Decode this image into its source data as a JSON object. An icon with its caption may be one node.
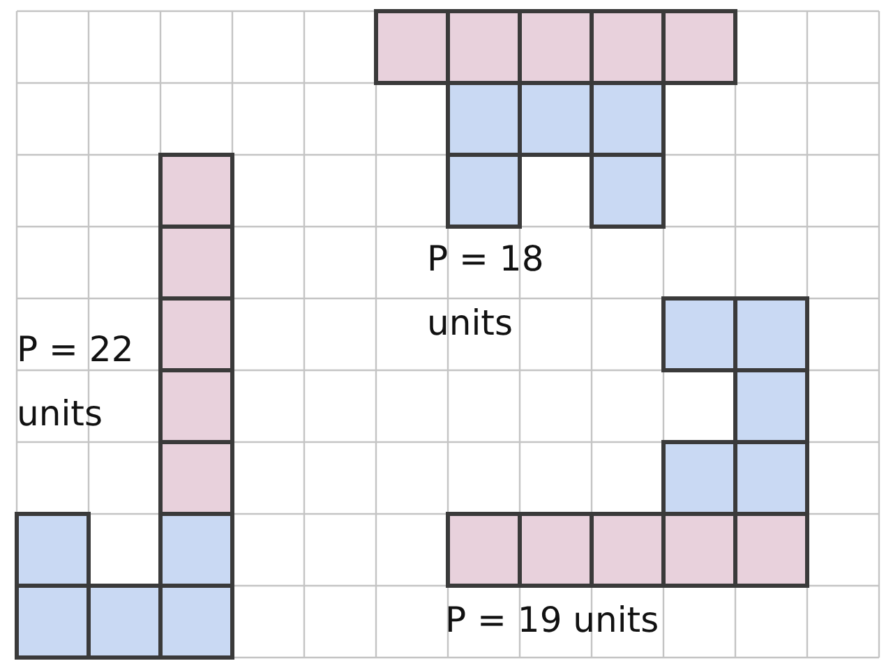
{
  "diagram": {
    "labels": [
      "P = 18 units",
      "P = 22 units",
      "P = 19 units"
    ]
  }
}
